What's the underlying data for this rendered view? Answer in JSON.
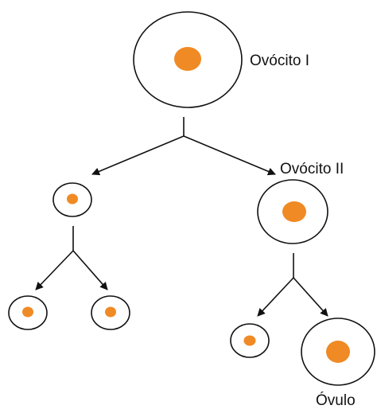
{
  "labels": {
    "primary_oocyte": "Ovócito I",
    "secondary_oocyte": "Ovócito II",
    "ovum": "Óvulo"
  },
  "colors": {
    "nucleus": "#f08a24",
    "outline": "#111111",
    "background": "#ffffff"
  }
}
